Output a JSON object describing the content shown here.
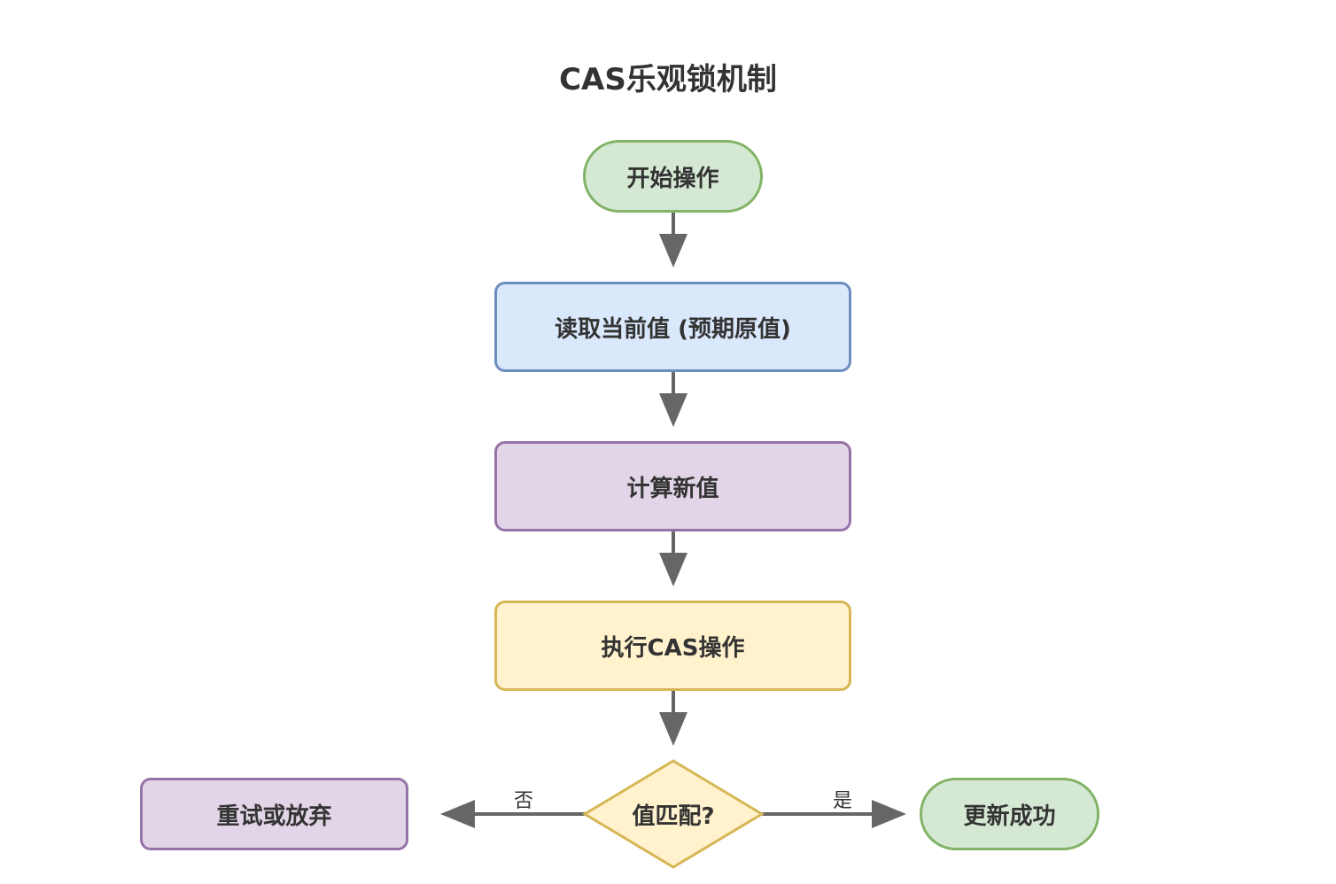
{
  "title": "CAS乐观锁机制",
  "colors": {
    "start_end_fill": "#d5e8d4",
    "start_end_stroke": "#82b366",
    "read_fill": "#dae8fc",
    "read_stroke": "#6c8ebf",
    "compute_fill": "#e1d5e7",
    "compute_stroke": "#9673a6",
    "cas_fill": "#fff2cc",
    "cas_stroke": "#d6b656",
    "edge": "#666666",
    "text": "#333333"
  },
  "nodes": {
    "start": "开始操作",
    "read": "读取当前值 (预期原值)",
    "compute": "计算新值",
    "cas": "执行CAS操作",
    "decision": "值匹配?",
    "retry": "重试或放弃",
    "success": "更新成功"
  },
  "edges": {
    "no_label": "否",
    "yes_label": "是"
  }
}
